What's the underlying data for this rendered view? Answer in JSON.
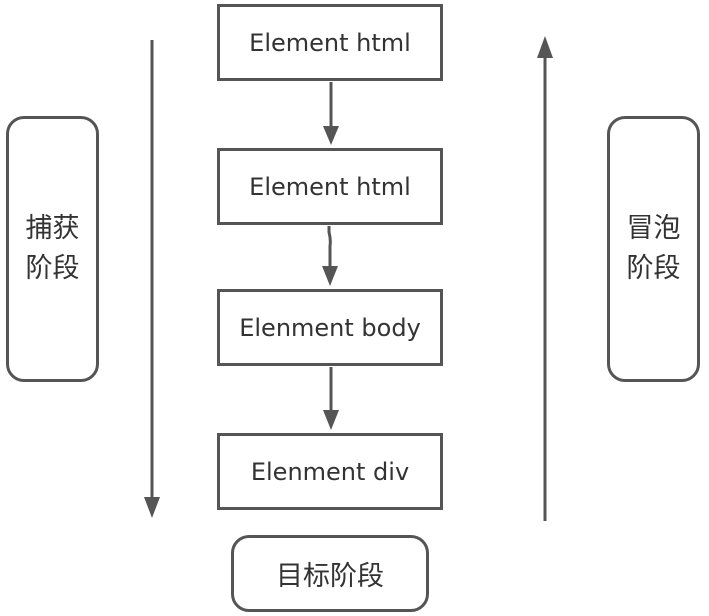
{
  "flow": {
    "nodes": [
      {
        "label": "Element html"
      },
      {
        "label": "Element html"
      },
      {
        "label": "Elenment body"
      },
      {
        "label": "Elenment div"
      }
    ]
  },
  "phases": {
    "capture": {
      "line1": "捕获",
      "line2": "阶段"
    },
    "bubble": {
      "line1": "冒泡",
      "line2": "阶段"
    },
    "target": {
      "label": "目标阶段"
    }
  },
  "colors": {
    "stroke": "#555555",
    "text": "#333333",
    "background": "#ffffff"
  }
}
